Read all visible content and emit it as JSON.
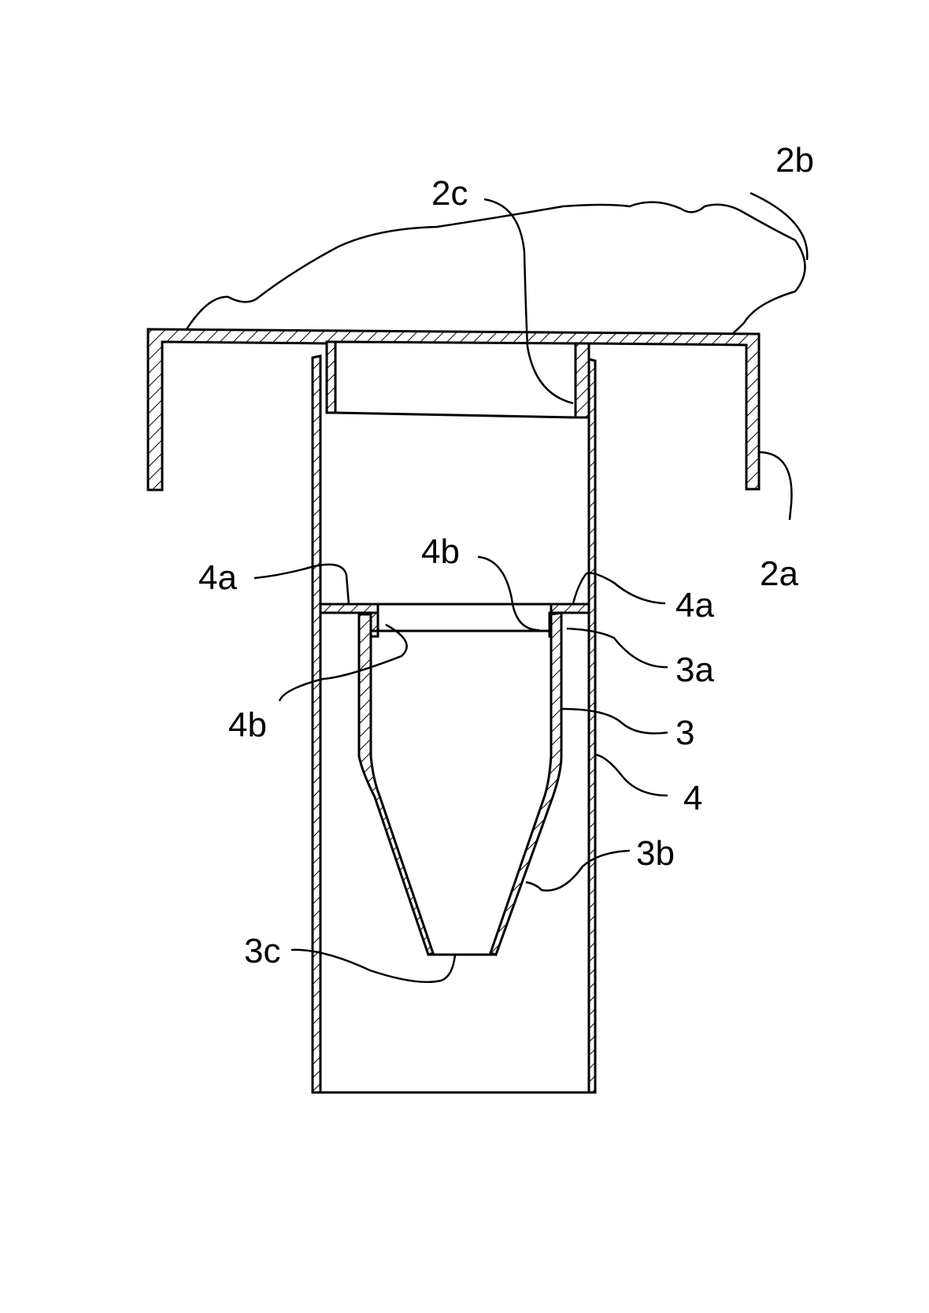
{
  "figure": {
    "labels": {
      "l2b": "2b",
      "l2c": "2c",
      "l2a": "2a",
      "l4a_left": "4a",
      "l4b_top": "4b",
      "l4a_right": "4a",
      "l3a": "3a",
      "l4b_bottom": "4b",
      "l3": "3",
      "l4": "4",
      "l3b": "3b",
      "l3c": "3c"
    },
    "colors": {
      "ink": "#000000",
      "paper": "#ffffff"
    }
  }
}
